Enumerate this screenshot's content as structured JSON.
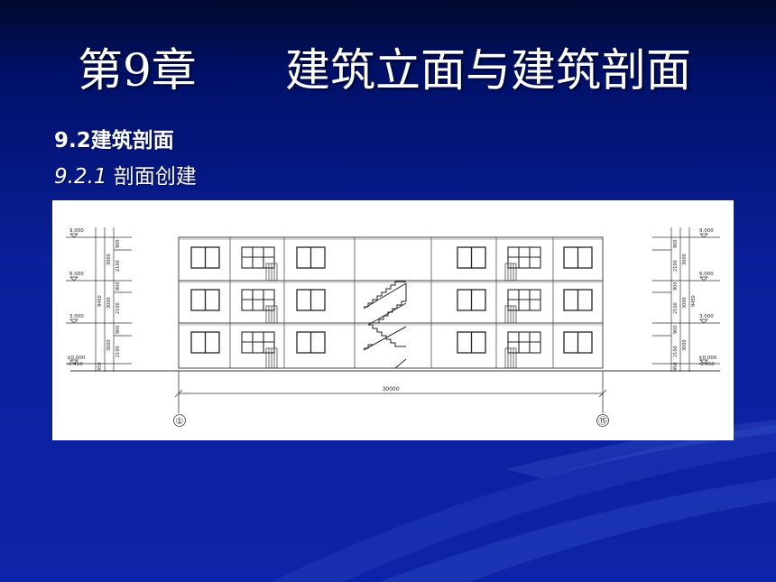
{
  "slide": {
    "title_chapter": "第9章",
    "title_text": "建筑立面与建筑剖面",
    "section": "9.2建筑剖面",
    "subsection_number": "9.2.1",
    "subsection_text": "剖面创建"
  },
  "drawing": {
    "total_length": "30000",
    "axis_left": "①",
    "axis_right": "⑮",
    "levels_left": [
      "9.000",
      "6.000",
      "3.000",
      "±0.000",
      "-0.450"
    ],
    "levels_right": [
      "9.000",
      "6.000",
      "3.000",
      "±0.000",
      "-0.450"
    ],
    "dims_floor": [
      "3000",
      "3000",
      "3000"
    ],
    "dims_split": [
      "900",
      "2100",
      "900",
      "2100",
      "900",
      "2100"
    ],
    "dim_total": "9450",
    "dim_base": "450"
  }
}
